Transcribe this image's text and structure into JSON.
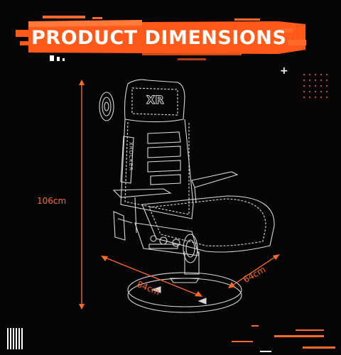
{
  "title": "PRODUCT DIMENSIONS",
  "dimensions": {
    "height": "106cm",
    "depth": "84cm",
    "width": "64cm"
  },
  "logo_mark": "XR",
  "side_text": "XROCKER",
  "colors": {
    "accent": "#ff6a2a",
    "background": "#050505",
    "line": "#d8d8d8"
  }
}
